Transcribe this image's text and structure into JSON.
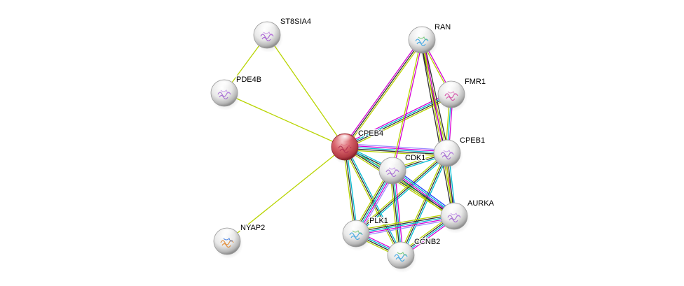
{
  "diagram": {
    "type": "protein-interaction-network",
    "edge_colors": {
      "known_curated": "#00bcd4",
      "experimental": "#d400d4",
      "textmining": "#b8d400",
      "coexpression": "#333333",
      "homology": "#9a8aff",
      "fusion": "#1e40ff"
    },
    "nodes": [
      {
        "id": "CPEB4",
        "label": "CPEB4",
        "query": true,
        "color": "#d4505a",
        "structure": "pink-coil"
      },
      {
        "id": "ST8SIA4",
        "label": "ST8SIA4",
        "query": false,
        "color": "#e4e4e4",
        "structure": "purple-helix"
      },
      {
        "id": "PDE4B",
        "label": "PDE4B",
        "query": false,
        "color": "#e4e4e4",
        "structure": "purple-fold"
      },
      {
        "id": "NYAP2",
        "label": "NYAP2",
        "query": false,
        "color": "#e4e4e4",
        "structure": "multicolor-coil"
      },
      {
        "id": "RAN",
        "label": "RAN",
        "query": false,
        "color": "#e4e4e4",
        "structure": "rainbow-fold"
      },
      {
        "id": "FMR1",
        "label": "FMR1",
        "query": false,
        "color": "#e4e4e4",
        "structure": "pink-helix"
      },
      {
        "id": "CPEB1",
        "label": "CPEB1",
        "query": false,
        "color": "#e4e4e4",
        "structure": "purple-fold"
      },
      {
        "id": "CDK1",
        "label": "CDK1",
        "query": false,
        "color": "#e4e4e4",
        "structure": "purple-fold"
      },
      {
        "id": "AURKA",
        "label": "AURKA",
        "query": false,
        "color": "#e4e4e4",
        "structure": "purple-fold"
      },
      {
        "id": "PLK1",
        "label": "PLK1",
        "query": false,
        "color": "#e4e4e4",
        "structure": "rainbow-fold"
      },
      {
        "id": "CCNB2",
        "label": "CCNB2",
        "query": false,
        "color": "#e4e4e4",
        "structure": "rainbow-fold"
      }
    ],
    "edges": [
      {
        "source": "CPEB4",
        "target": "ST8SIA4",
        "evidence": [
          "textmining"
        ]
      },
      {
        "source": "CPEB4",
        "target": "PDE4B",
        "evidence": [
          "textmining"
        ]
      },
      {
        "source": "CPEB4",
        "target": "NYAP2",
        "evidence": [
          "textmining"
        ]
      },
      {
        "source": "ST8SIA4",
        "target": "PDE4B",
        "evidence": [
          "textmining"
        ]
      },
      {
        "source": "CPEB4",
        "target": "RAN",
        "evidence": [
          "experimental",
          "coexpression",
          "textmining"
        ]
      },
      {
        "source": "CPEB4",
        "target": "FMR1",
        "evidence": [
          "experimental",
          "known_curated",
          "coexpression",
          "textmining"
        ]
      },
      {
        "source": "CPEB4",
        "target": "CPEB1",
        "evidence": [
          "homology",
          "experimental",
          "known_curated",
          "coexpression",
          "textmining"
        ]
      },
      {
        "source": "CPEB4",
        "target": "CDK1",
        "evidence": [
          "known_curated",
          "coexpression",
          "textmining"
        ]
      },
      {
        "source": "CPEB4",
        "target": "AURKA",
        "evidence": [
          "known_curated",
          "coexpression",
          "textmining"
        ]
      },
      {
        "source": "CPEB4",
        "target": "PLK1",
        "evidence": [
          "known_curated",
          "coexpression",
          "textmining"
        ]
      },
      {
        "source": "CPEB4",
        "target": "CCNB2",
        "evidence": [
          "known_curated",
          "coexpression",
          "textmining"
        ]
      },
      {
        "source": "RAN",
        "target": "FMR1",
        "evidence": [
          "experimental",
          "textmining"
        ]
      },
      {
        "source": "RAN",
        "target": "CPEB1",
        "evidence": [
          "coexpression",
          "textmining",
          "coexpression"
        ]
      },
      {
        "source": "RAN",
        "target": "CDK1",
        "evidence": [
          "experimental",
          "textmining"
        ]
      },
      {
        "source": "RAN",
        "target": "AURKA",
        "evidence": [
          "experimental",
          "textmining",
          "coexpression"
        ]
      },
      {
        "source": "FMR1",
        "target": "CPEB1",
        "evidence": [
          "experimental",
          "known_curated",
          "textmining"
        ]
      },
      {
        "source": "CPEB1",
        "target": "CDK1",
        "evidence": [
          "known_curated",
          "coexpression",
          "textmining"
        ]
      },
      {
        "source": "CPEB1",
        "target": "AURKA",
        "evidence": [
          "known_curated",
          "coexpression",
          "textmining"
        ]
      },
      {
        "source": "CPEB1",
        "target": "PLK1",
        "evidence": [
          "known_curated",
          "coexpression",
          "textmining"
        ]
      },
      {
        "source": "CPEB1",
        "target": "CCNB2",
        "evidence": [
          "known_curated",
          "coexpression",
          "textmining"
        ]
      },
      {
        "source": "CDK1",
        "target": "AURKA",
        "evidence": [
          "fusion",
          "known_curated",
          "experimental",
          "coexpression",
          "textmining"
        ]
      },
      {
        "source": "CDK1",
        "target": "PLK1",
        "evidence": [
          "homology",
          "experimental",
          "known_curated",
          "coexpression",
          "textmining"
        ]
      },
      {
        "source": "CDK1",
        "target": "CCNB2",
        "evidence": [
          "experimental",
          "known_curated",
          "coexpression",
          "textmining"
        ]
      },
      {
        "source": "AURKA",
        "target": "PLK1",
        "evidence": [
          "homology",
          "experimental",
          "known_curated",
          "coexpression",
          "textmining"
        ]
      },
      {
        "source": "AURKA",
        "target": "CCNB2",
        "evidence": [
          "experimental",
          "known_curated",
          "coexpression",
          "textmining"
        ]
      },
      {
        "source": "PLK1",
        "target": "CCNB2",
        "evidence": [
          "experimental",
          "known_curated",
          "coexpression",
          "textmining"
        ]
      }
    ]
  }
}
